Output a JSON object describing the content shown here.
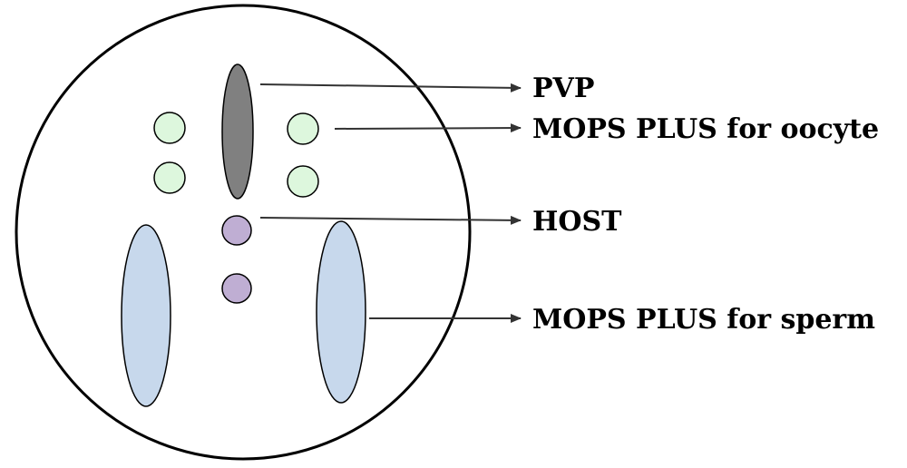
{
  "labels": {
    "pvp": "PVP",
    "mops_oocyte": "MOPS PLUS for oocyte",
    "host": "HOST",
    "mops_sperm": "MOPS PLUS for sperm"
  },
  "colors": {
    "dish_outline": "#000000",
    "pvp_fill": "#808080",
    "oocyte_drop_fill": "#ddf7dd",
    "host_drop_fill": "#bfaed3",
    "sperm_drop_fill": "#c7d8ec",
    "arrow": "#333333"
  }
}
